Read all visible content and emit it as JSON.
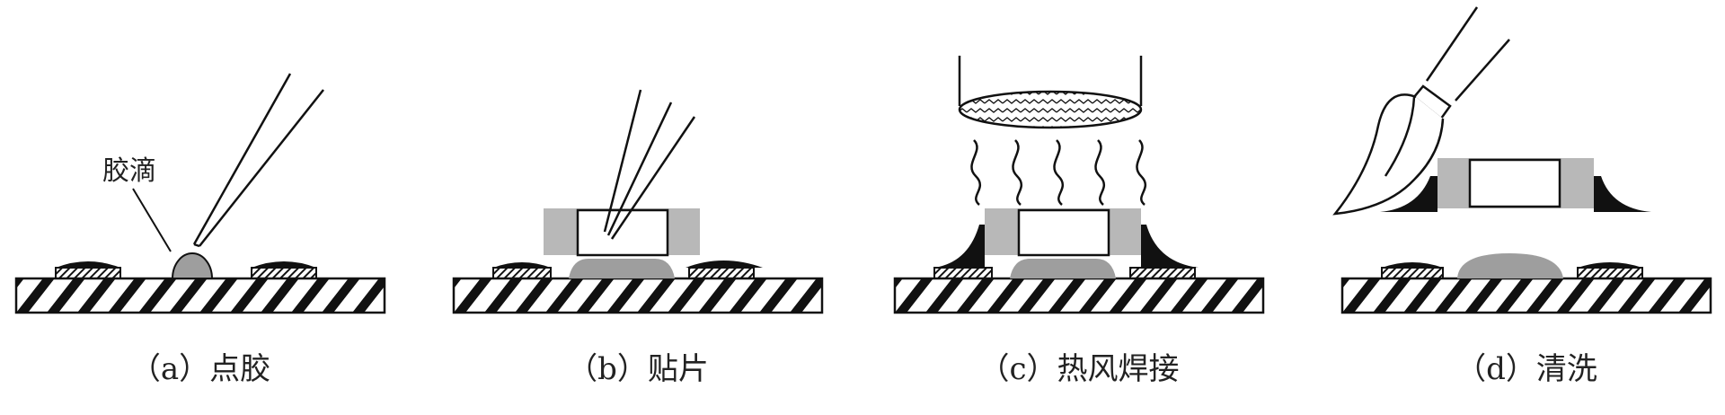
{
  "panels": [
    {
      "id": "a",
      "caption": "（a）点胶",
      "callout": "胶滴"
    },
    {
      "id": "b",
      "caption": "（b）贴片"
    },
    {
      "id": "c",
      "caption": "（c）热风焊接"
    },
    {
      "id": "d",
      "caption": "（d）清洗"
    }
  ],
  "colors": {
    "line": "#111111",
    "adhesive": "#9e9e9e",
    "gray_fill": "#b8b8b8",
    "solder": "#111111"
  }
}
